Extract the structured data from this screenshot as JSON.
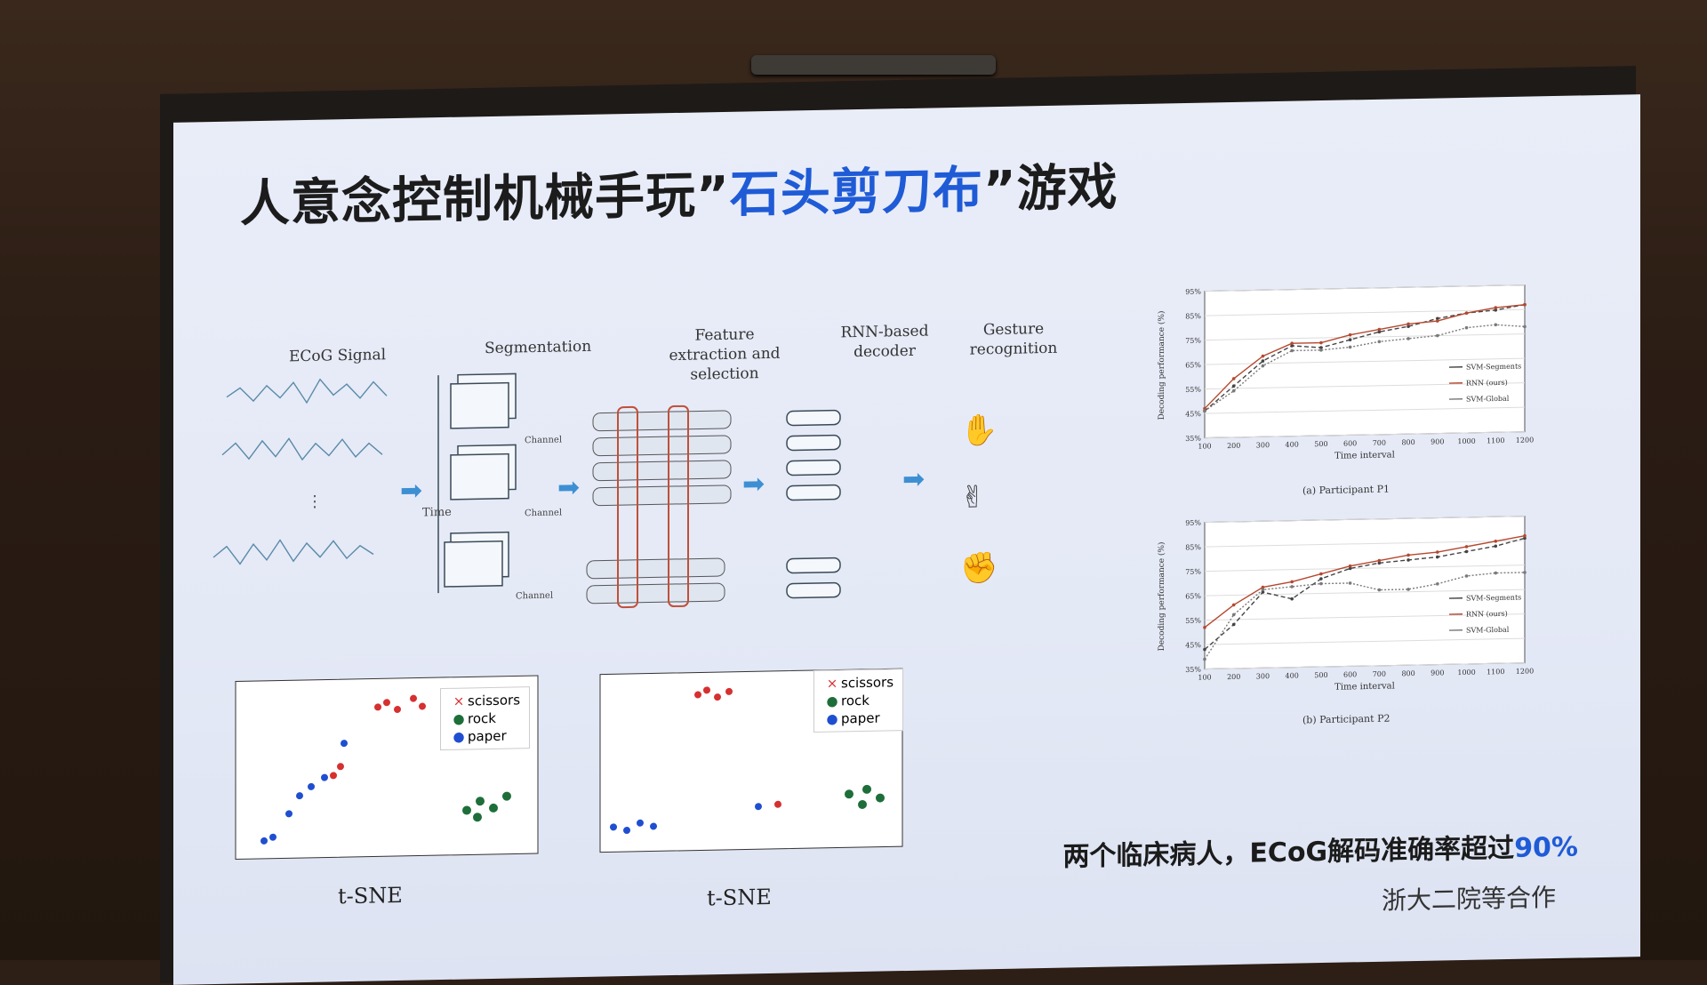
{
  "title": {
    "part1": "人意念控制机械手玩”",
    "highlight": "石头剪刀布",
    "part2": "”游戏"
  },
  "pipeline": {
    "ecog": "ECoG Signal",
    "segmentation": "Segmentation",
    "feature_line1": "Feature",
    "feature_line2": "extraction and selection",
    "rnn_line1": "RNN-based",
    "rnn_line2": "decoder",
    "gesture_line1": "Gesture",
    "gesture_line2": "recognition",
    "time_label": "Time",
    "channel_label": "Channel"
  },
  "tsne": {
    "xlabel": "t-SNE",
    "legend": [
      "scissors",
      "rock",
      "paper"
    ],
    "colors": {
      "scissors": "#d63030",
      "rock": "#1e6e3a",
      "paper": "#1f4fd0"
    }
  },
  "plots": {
    "ylabel": "Decoding performance (%)",
    "xlabel": "Time interval",
    "caption1": "(a) Participant P1",
    "caption2": "(b) Participant P2",
    "legend": [
      "SVM-Segments",
      "RNN (ours)",
      "SVM-Global"
    ]
  },
  "chart_data": [
    {
      "type": "line",
      "title": "(a) Participant P1",
      "xlabel": "Time interval",
      "ylabel": "Decoding performance (%)",
      "x": [
        100,
        200,
        300,
        400,
        500,
        600,
        700,
        800,
        900,
        1000,
        1100,
        1200
      ],
      "yticks": [
        "35%",
        "45%",
        "55%",
        "65%",
        "75%",
        "85%",
        "95%"
      ],
      "ylim": [
        35,
        95
      ],
      "series": [
        {
          "name": "SVM-Segments",
          "values": [
            46,
            56,
            66,
            72,
            71,
            74,
            77,
            79,
            82,
            84,
            85,
            87
          ]
        },
        {
          "name": "RNN (ours)",
          "values": [
            47,
            59,
            68,
            73,
            73,
            76,
            78,
            80,
            81,
            84,
            86,
            87
          ]
        },
        {
          "name": "SVM-Global",
          "values": [
            46,
            54,
            64,
            70,
            70,
            71,
            73,
            74,
            75,
            78,
            79,
            78
          ]
        }
      ]
    },
    {
      "type": "line",
      "title": "(b) Participant P2",
      "xlabel": "Time interval",
      "ylabel": "Decoding performance (%)",
      "x": [
        100,
        200,
        300,
        400,
        500,
        600,
        700,
        800,
        900,
        1000,
        1100,
        1200
      ],
      "yticks": [
        "35%",
        "45%",
        "55%",
        "65%",
        "75%",
        "85%",
        "95%"
      ],
      "ylim": [
        35,
        95
      ],
      "series": [
        {
          "name": "SVM-Segments",
          "values": [
            43,
            53,
            66,
            63,
            71,
            75,
            77,
            78,
            79,
            81,
            83,
            86
          ]
        },
        {
          "name": "RNN (ours)",
          "values": [
            52,
            61,
            68,
            70,
            73,
            76,
            78,
            80,
            81,
            83,
            85,
            87
          ]
        },
        {
          "name": "SVM-Global",
          "values": [
            39,
            57,
            67,
            68,
            69,
            69,
            66,
            66,
            68,
            71,
            72,
            72
          ]
        }
      ]
    }
  ],
  "footer": {
    "text": "两个临床病人，ECoG解码准确率超过",
    "pct": "90%",
    "credit": "浙大二院等合作"
  }
}
